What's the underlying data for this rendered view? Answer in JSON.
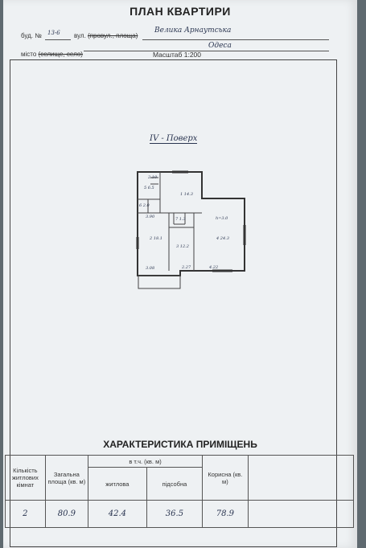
{
  "header": {
    "title": "ПЛАН КВАРТИРИ",
    "building_label": "буд. №",
    "building_number": "13-6",
    "street_prefix": "вул. ",
    "street_struck": "(провул., площа)",
    "street_value": "Велика Арнаутська",
    "city_prefix": "місто ",
    "city_struck": "(селище, село)",
    "city_value": "Одеса",
    "scale": "Масштаб 1:200"
  },
  "plan": {
    "floor_label": "IV - Поверх",
    "rooms": [
      "5 6.5",
      "1 14.3",
      "2 18.1",
      "3 12.2",
      "4 24.3",
      "6 2.0",
      "7 1.3"
    ],
    "dims": [
      "2.10",
      "3.90",
      "h=3.0",
      "3.08",
      "2.27",
      "4.22"
    ]
  },
  "characteristics": {
    "title": "ХАРАКТЕРИСТИКА ПРИМІЩЕНЬ",
    "headers": {
      "rooms": "Кількість житлових кімнат",
      "total": "Загальна площа (кв. м)",
      "incl": "в т.ч. (кв. м)",
      "living": "житлова",
      "auxiliary": "підсобна",
      "useful": "Корисна (кв. м)"
    },
    "values": {
      "rooms": "2",
      "total": "80.9",
      "living": "42.4",
      "auxiliary": "36.5",
      "useful": "78.9"
    }
  }
}
